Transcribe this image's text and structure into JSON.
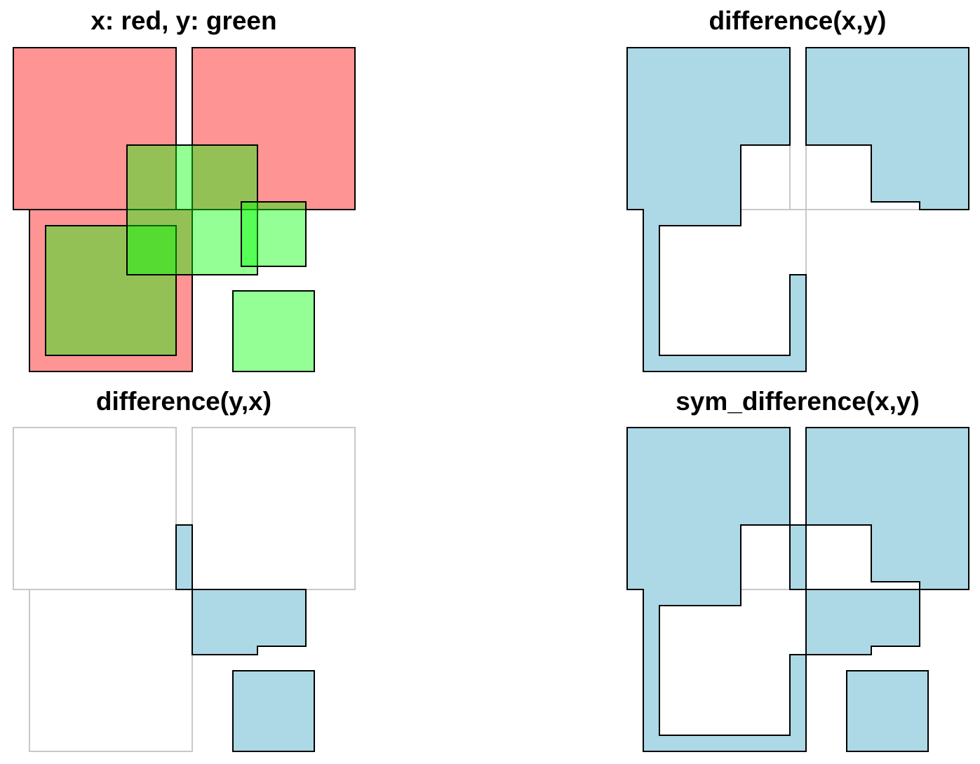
{
  "panels": [
    {
      "id": "input",
      "title": "x: red, y: green"
    },
    {
      "id": "difference-xy",
      "title": "difference(x,y)"
    },
    {
      "id": "difference-yx",
      "title": "difference(y,x)"
    },
    {
      "id": "sym-difference-xy",
      "title": "sym_difference(x,y)"
    }
  ],
  "colors": {
    "x_fill": "#ff0000",
    "y_fill": "#00ff00",
    "result_fill": "#add8e6",
    "outline": "#000000",
    "background_outline": "#c8c8c8"
  },
  "chart_data": {
    "type": "geometry",
    "x_squares": [
      [
        0,
        0,
        10,
        10
      ],
      [
        11,
        0,
        21,
        10
      ],
      [
        1,
        -10,
        11,
        0
      ]
    ],
    "y_squares": [
      [
        2,
        -9,
        10,
        -1
      ],
      [
        7,
        -4,
        15,
        4
      ],
      [
        14,
        -3,
        18,
        1
      ],
      [
        13.5,
        -10,
        18.5,
        -5
      ]
    ]
  }
}
